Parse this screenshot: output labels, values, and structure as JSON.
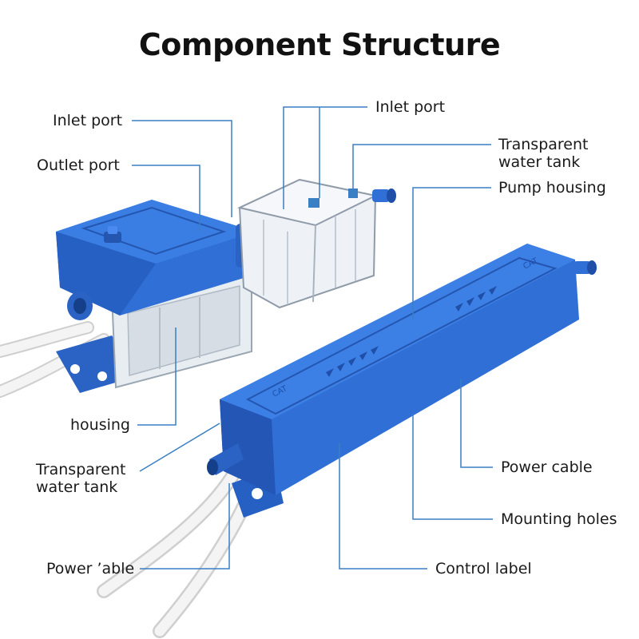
{
  "title": "Component Structure",
  "labels": {
    "inlet_left": "Inlet port",
    "outlet_left": "Outlet port",
    "housing": "housing",
    "tank_left_1": "Transparent",
    "tank_left_2": "water tank",
    "power_left": "Power ’able",
    "inlet_right": "Inlet port",
    "tank_right_1": "Transparent",
    "tank_right_2": "water tank",
    "pump_housing": "Pump housing",
    "power_right": "Power cable",
    "mounting": "Mounting holes",
    "control": "Control label"
  },
  "embossed": {
    "body_left_mark": "CAT",
    "body_right_mark": "CAT"
  },
  "colors": {
    "pump_blue": "#2f6fd6",
    "pump_blue_dark": "#1f4fa8",
    "leader_line": "#3a7fc4",
    "tank_glass": "#e9eef3",
    "cable": "#f4f4f4"
  }
}
